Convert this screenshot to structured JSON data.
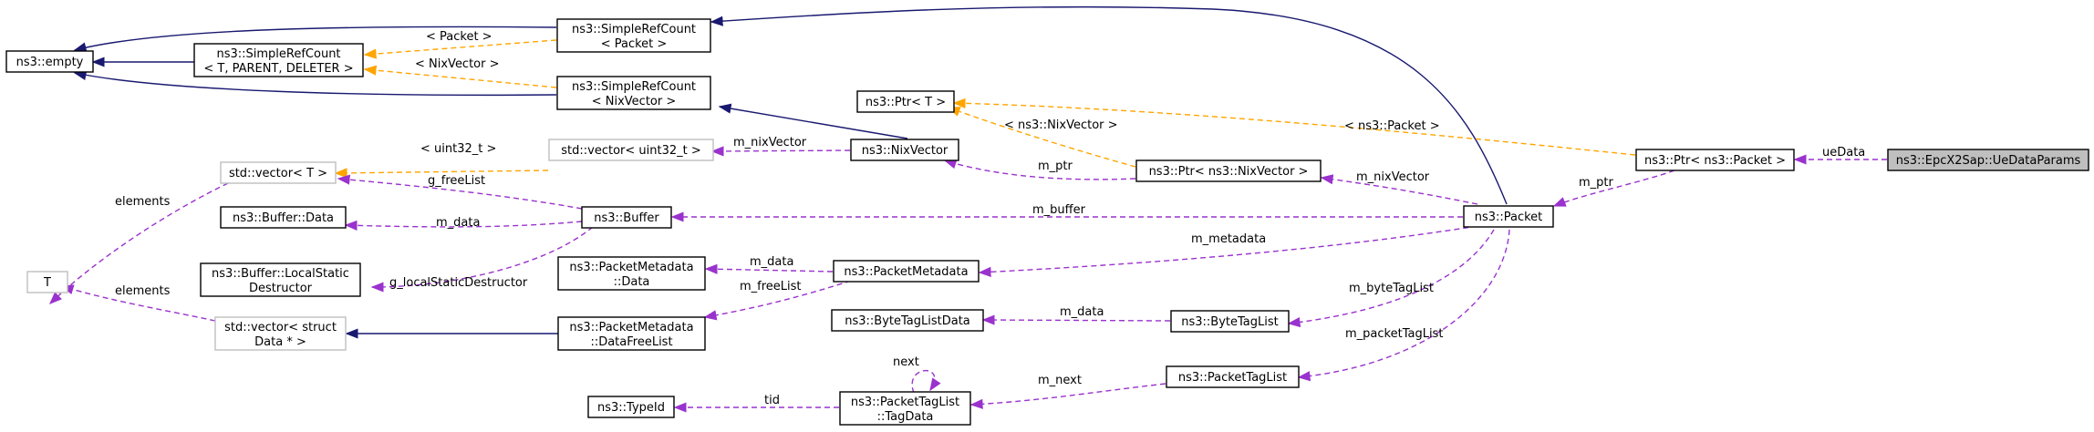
{
  "nodes": {
    "empty": "ns3::empty",
    "srcTemplate1": "ns3::SimpleRefCount",
    "srcTemplate2": "< T, PARENT, DELETER >",
    "srcPacket1": "ns3::SimpleRefCount",
    "srcPacket2": "< Packet >",
    "srcNix1": "ns3::SimpleRefCount",
    "srcNix2": "< NixVector >",
    "ptrT": "ns3::Ptr< T >",
    "vecUint": "std::vector< uint32_t >",
    "vecT": "std::vector< T >",
    "nixVector": "ns3::NixVector",
    "ptrNix": "ns3::Ptr< ns3::NixVector >",
    "ptrPacket": "ns3::Ptr< ns3::Packet >",
    "ueDataParams": "ns3::EpcX2Sap::UeDataParams",
    "packet": "ns3::Packet",
    "bufferData": "ns3::Buffer::Data",
    "buffer": "ns3::Buffer",
    "localStatic1": "ns3::Buffer::LocalStatic",
    "localStatic2": "Destructor",
    "T": "T",
    "pmData1": "ns3::PacketMetadata",
    "pmData2": "::Data",
    "packetMetadata": "ns3::PacketMetadata",
    "vecStruct1": "std::vector< struct",
    "vecStruct2": "Data * >",
    "pmFree1": "ns3::PacketMetadata",
    "pmFree2": "::DataFreeList",
    "byteTagListData": "ns3::ByteTagListData",
    "byteTagList": "ns3::ByteTagList",
    "packetTagList": "ns3::PacketTagList",
    "typeId": "ns3::TypeId",
    "tagData1": "ns3::PacketTagList",
    "tagData2": "::TagData"
  },
  "edges": {
    "packetTemplate": "< Packet >",
    "nixTemplate": "< NixVector >",
    "uintTemplate": "< uint32_t >",
    "nixPtrTemplate": "< ns3::NixVector >",
    "packetPtrTemplate": "< ns3::Packet >",
    "mNixVectorVec": "m_nixVector",
    "mPtrNix": "m_ptr",
    "mNixVector": "m_nixVector",
    "ueData": "ueData",
    "mPtr": "m_ptr",
    "elementsT": "elements",
    "gFreeList": "g_freeList",
    "mData": "m_data",
    "mBuffer": "m_buffer",
    "gLocalStatic": "g_localStaticDestructor",
    "mMetadata": "m_metadata",
    "mDataPm": "m_data",
    "mFreeList": "m_freeList",
    "elementsStruct": "elements",
    "mByteTagList": "m_byteTagList",
    "mDataByte": "m_data",
    "mPacketTagList": "m_packetTagList",
    "next": "next",
    "mNext": "m_next",
    "tid": "tid"
  },
  "colors": {
    "inheritance": "#191970",
    "member": "#9a32cd",
    "template": "#ffa500",
    "focus_fill": "#bfbfbf"
  }
}
